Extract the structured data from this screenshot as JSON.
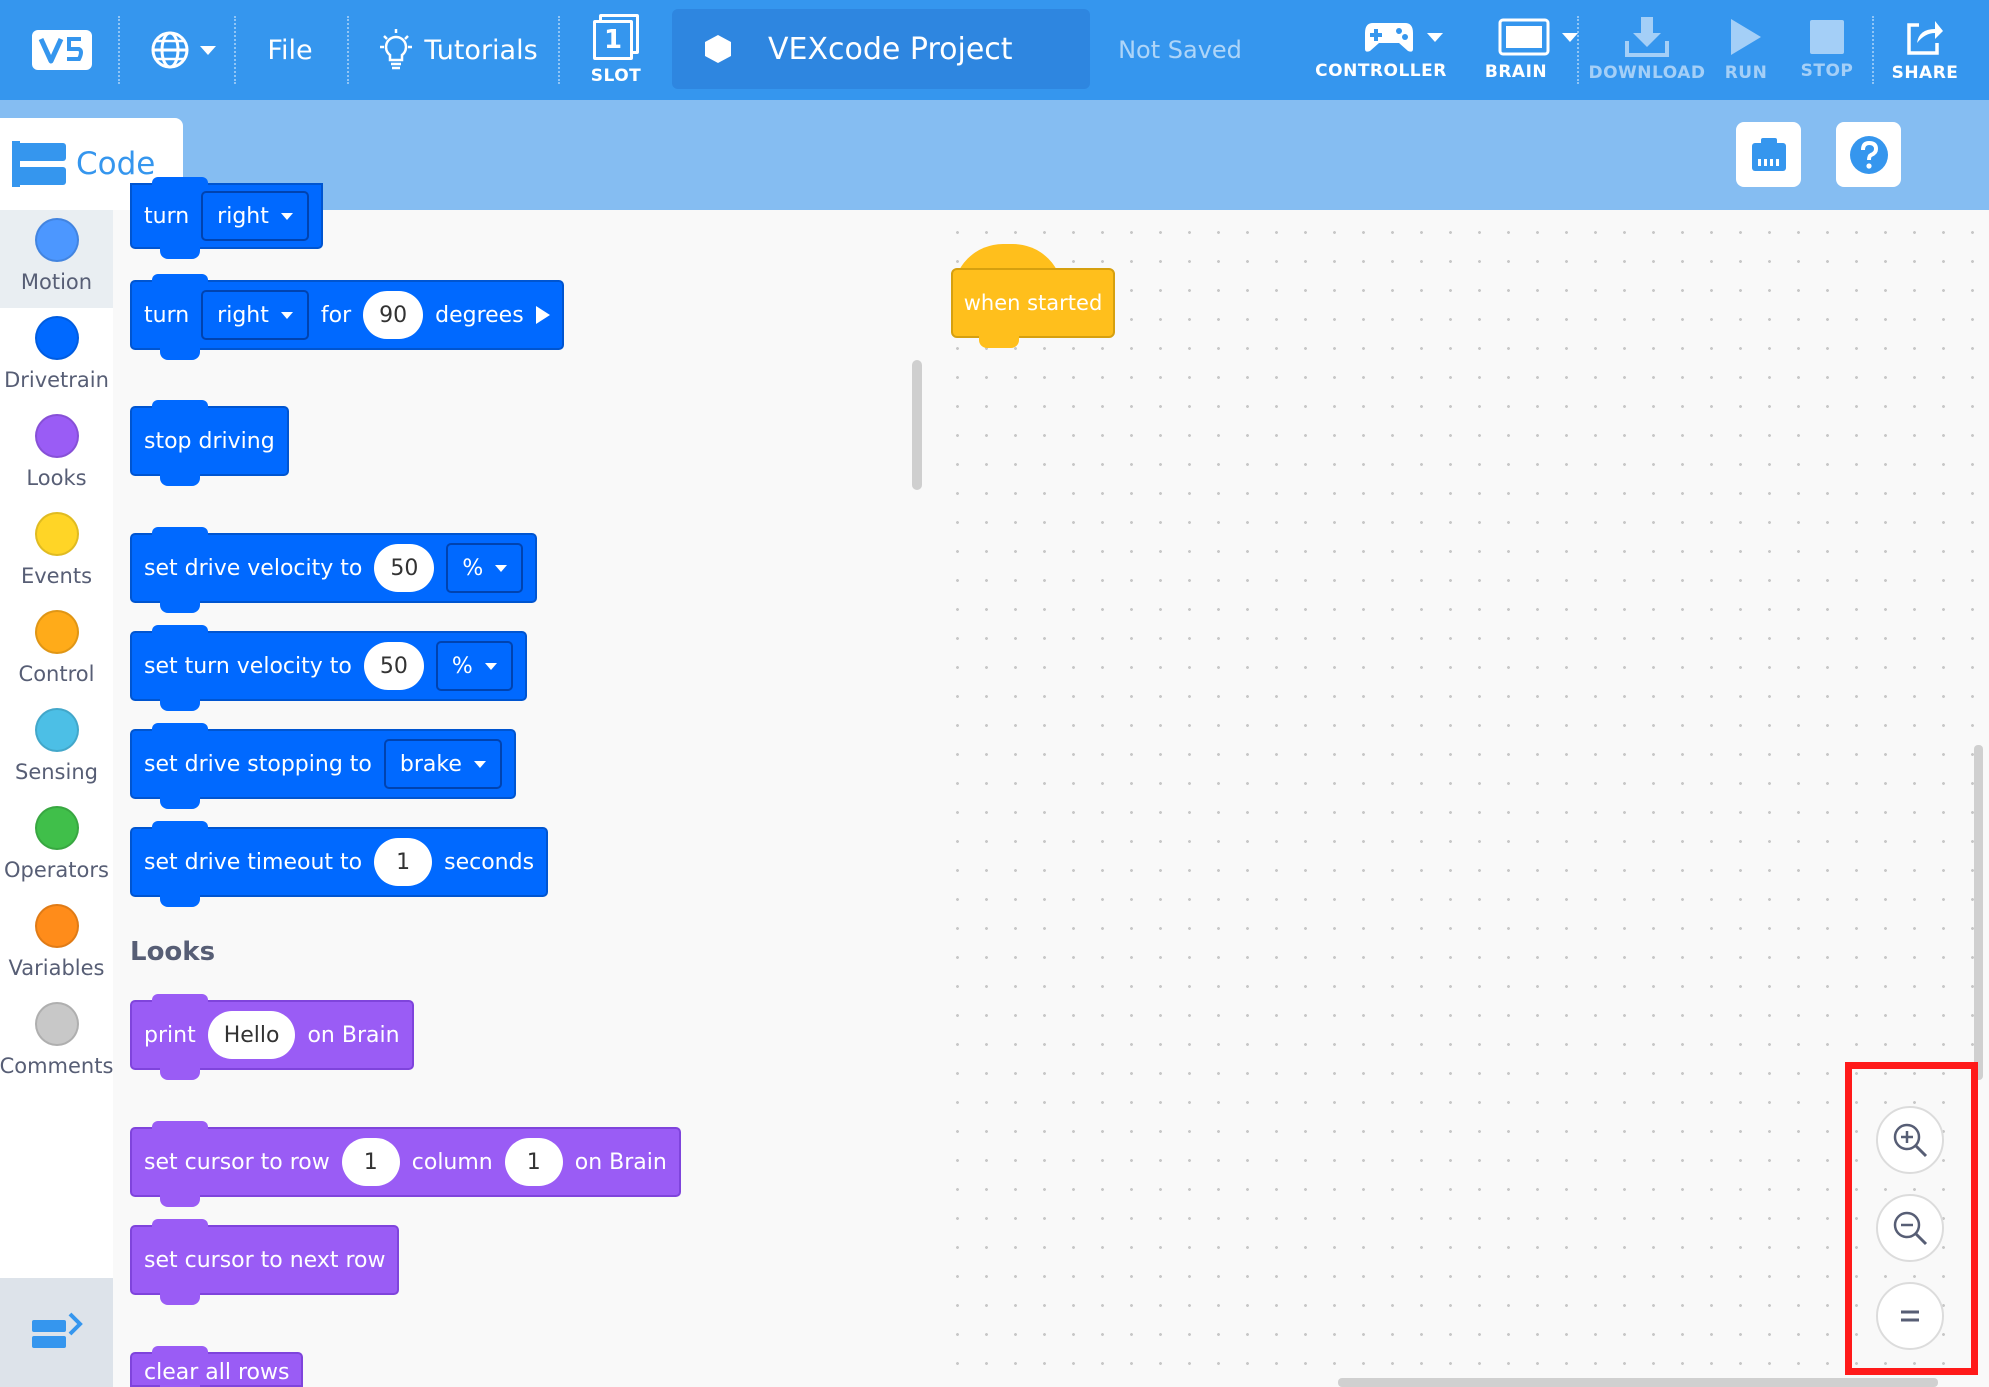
{
  "topbar": {
    "file_label": "File",
    "tutorials_label": "Tutorials",
    "slot_number": "1",
    "slot_label": "SLOT",
    "project_name": "VEXcode Project",
    "save_status": "Not Saved",
    "controller_label": "CONTROLLER",
    "brain_label": "BRAIN",
    "download_label": "DOWNLOAD",
    "run_label": "RUN",
    "stop_label": "STOP",
    "share_label": "SHARE"
  },
  "tabs": {
    "code_label": "Code"
  },
  "categories": [
    {
      "name": "Motion",
      "color": "#4c97ff"
    },
    {
      "name": "Drivetrain",
      "color": "#0069ff"
    },
    {
      "name": "Looks",
      "color": "#9a5cf5"
    },
    {
      "name": "Events",
      "color": "#ffd526"
    },
    {
      "name": "Control",
      "color": "#ffab19"
    },
    {
      "name": "Sensing",
      "color": "#4cbfe6"
    },
    {
      "name": "Operators",
      "color": "#40bf4a"
    },
    {
      "name": "Variables",
      "color": "#ff8c1a"
    },
    {
      "name": "Comments",
      "color": "#c8c8c8"
    }
  ],
  "blocks": {
    "turn1": {
      "w1": "turn",
      "dd": "right"
    },
    "turn2": {
      "w1": "turn",
      "dd": "right",
      "w2": "for",
      "val": "90",
      "w3": "degrees"
    },
    "stop": {
      "w1": "stop driving"
    },
    "drive_vel": {
      "w1": "set drive velocity to",
      "val": "50",
      "dd": "%"
    },
    "turn_vel": {
      "w1": "set turn velocity to",
      "val": "50",
      "dd": "%"
    },
    "stopping": {
      "w1": "set drive stopping to",
      "dd": "brake"
    },
    "timeout": {
      "w1": "set drive timeout to",
      "val": "1",
      "w2": "seconds"
    },
    "looks_heading": "Looks",
    "print": {
      "w1": "print",
      "val": "Hello",
      "w2": "on Brain"
    },
    "cursor": {
      "w1": "set cursor to row",
      "val1": "1",
      "w2": "column",
      "val2": "1",
      "w3": "on Brain"
    },
    "next_row": {
      "w1": "set cursor to next row"
    },
    "clear": {
      "w1": "clear all rows"
    }
  },
  "workspace": {
    "hat_label": "when started"
  },
  "colors": {
    "topbar": "#3596ee",
    "subbar": "#85bdf2",
    "drivetrain_block": "#0069ff",
    "looks_block": "#9a5cf5",
    "events_block": "#ffbf1c",
    "highlight": "#ff1a1a"
  },
  "icons": {
    "logo": "vex-v5-logo",
    "language": "globe-icon",
    "tutorials": "lightbulb-icon",
    "project": "hexagon-icon",
    "controller": "gamepad-icon",
    "brain": "brain-screen-icon",
    "download": "download-icon",
    "run": "play-icon",
    "stop": "stop-square-icon",
    "share": "share-icon",
    "devices": "devices-icon",
    "help": "help-icon",
    "zoom_in": "zoom-in-icon",
    "zoom_out": "zoom-out-icon",
    "zoom_reset": "zoom-reset-icon"
  }
}
